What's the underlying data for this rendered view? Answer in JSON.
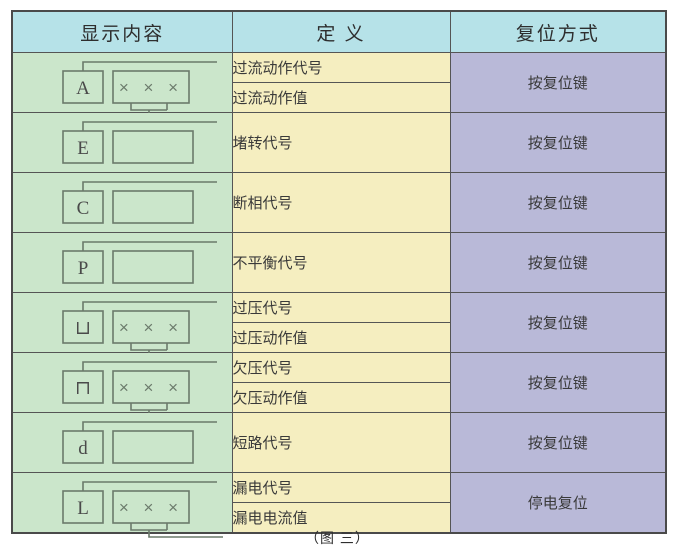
{
  "caption": "（图 三）",
  "colors": {
    "header_bg": "#b6e2e8",
    "display_bg": "#cbe6cb",
    "definition_bg": "#f5eec0",
    "reset_bg": "#b9b9d8",
    "border": "#555555",
    "text": "#3a3a3a"
  },
  "table": {
    "headers": [
      {
        "label": "显示内容",
        "name": "header-display-content"
      },
      {
        "label": "定 义",
        "name": "header-definition"
      },
      {
        "label": "复位方式",
        "name": "header-reset-method"
      }
    ],
    "rows": [
      {
        "glyph": {
          "code": "A",
          "value_boxes": "× × ×",
          "has_value": true,
          "top_lead": true,
          "bottom_lead": true
        },
        "definitions": [
          "过流动作代号",
          "过流动作值"
        ],
        "reset": "按复位键"
      },
      {
        "glyph": {
          "code": "E",
          "value_boxes": "",
          "has_value": false,
          "top_lead": true,
          "bottom_lead": false
        },
        "definitions": [
          "堵转代号"
        ],
        "reset": "按复位键"
      },
      {
        "glyph": {
          "code": "C",
          "value_boxes": "",
          "has_value": false,
          "top_lead": true,
          "bottom_lead": false
        },
        "definitions": [
          "断相代号"
        ],
        "reset": "按复位键"
      },
      {
        "glyph": {
          "code": "P",
          "value_boxes": "",
          "has_value": false,
          "top_lead": true,
          "bottom_lead": false
        },
        "definitions": [
          "不平衡代号"
        ],
        "reset": "按复位键"
      },
      {
        "glyph": {
          "code": "⊔",
          "value_boxes": "× × ×",
          "has_value": true,
          "top_lead": true,
          "bottom_lead": true
        },
        "definitions": [
          "过压代号",
          "过压动作值"
        ],
        "reset": "按复位键"
      },
      {
        "glyph": {
          "code": "⊓",
          "value_boxes": "× × ×",
          "has_value": true,
          "top_lead": true,
          "bottom_lead": true
        },
        "definitions": [
          "欠压代号",
          "欠压动作值"
        ],
        "reset": "按复位键"
      },
      {
        "glyph": {
          "code": "d",
          "value_boxes": "",
          "has_value": false,
          "top_lead": true,
          "bottom_lead": false
        },
        "definitions": [
          "短路代号"
        ],
        "reset": "按复位键"
      },
      {
        "glyph": {
          "code": "L",
          "value_boxes": "× × ×",
          "has_value": true,
          "top_lead": true,
          "bottom_lead": true
        },
        "definitions": [
          "漏电代号",
          "漏电电流值"
        ],
        "reset": "停电复位"
      }
    ]
  }
}
